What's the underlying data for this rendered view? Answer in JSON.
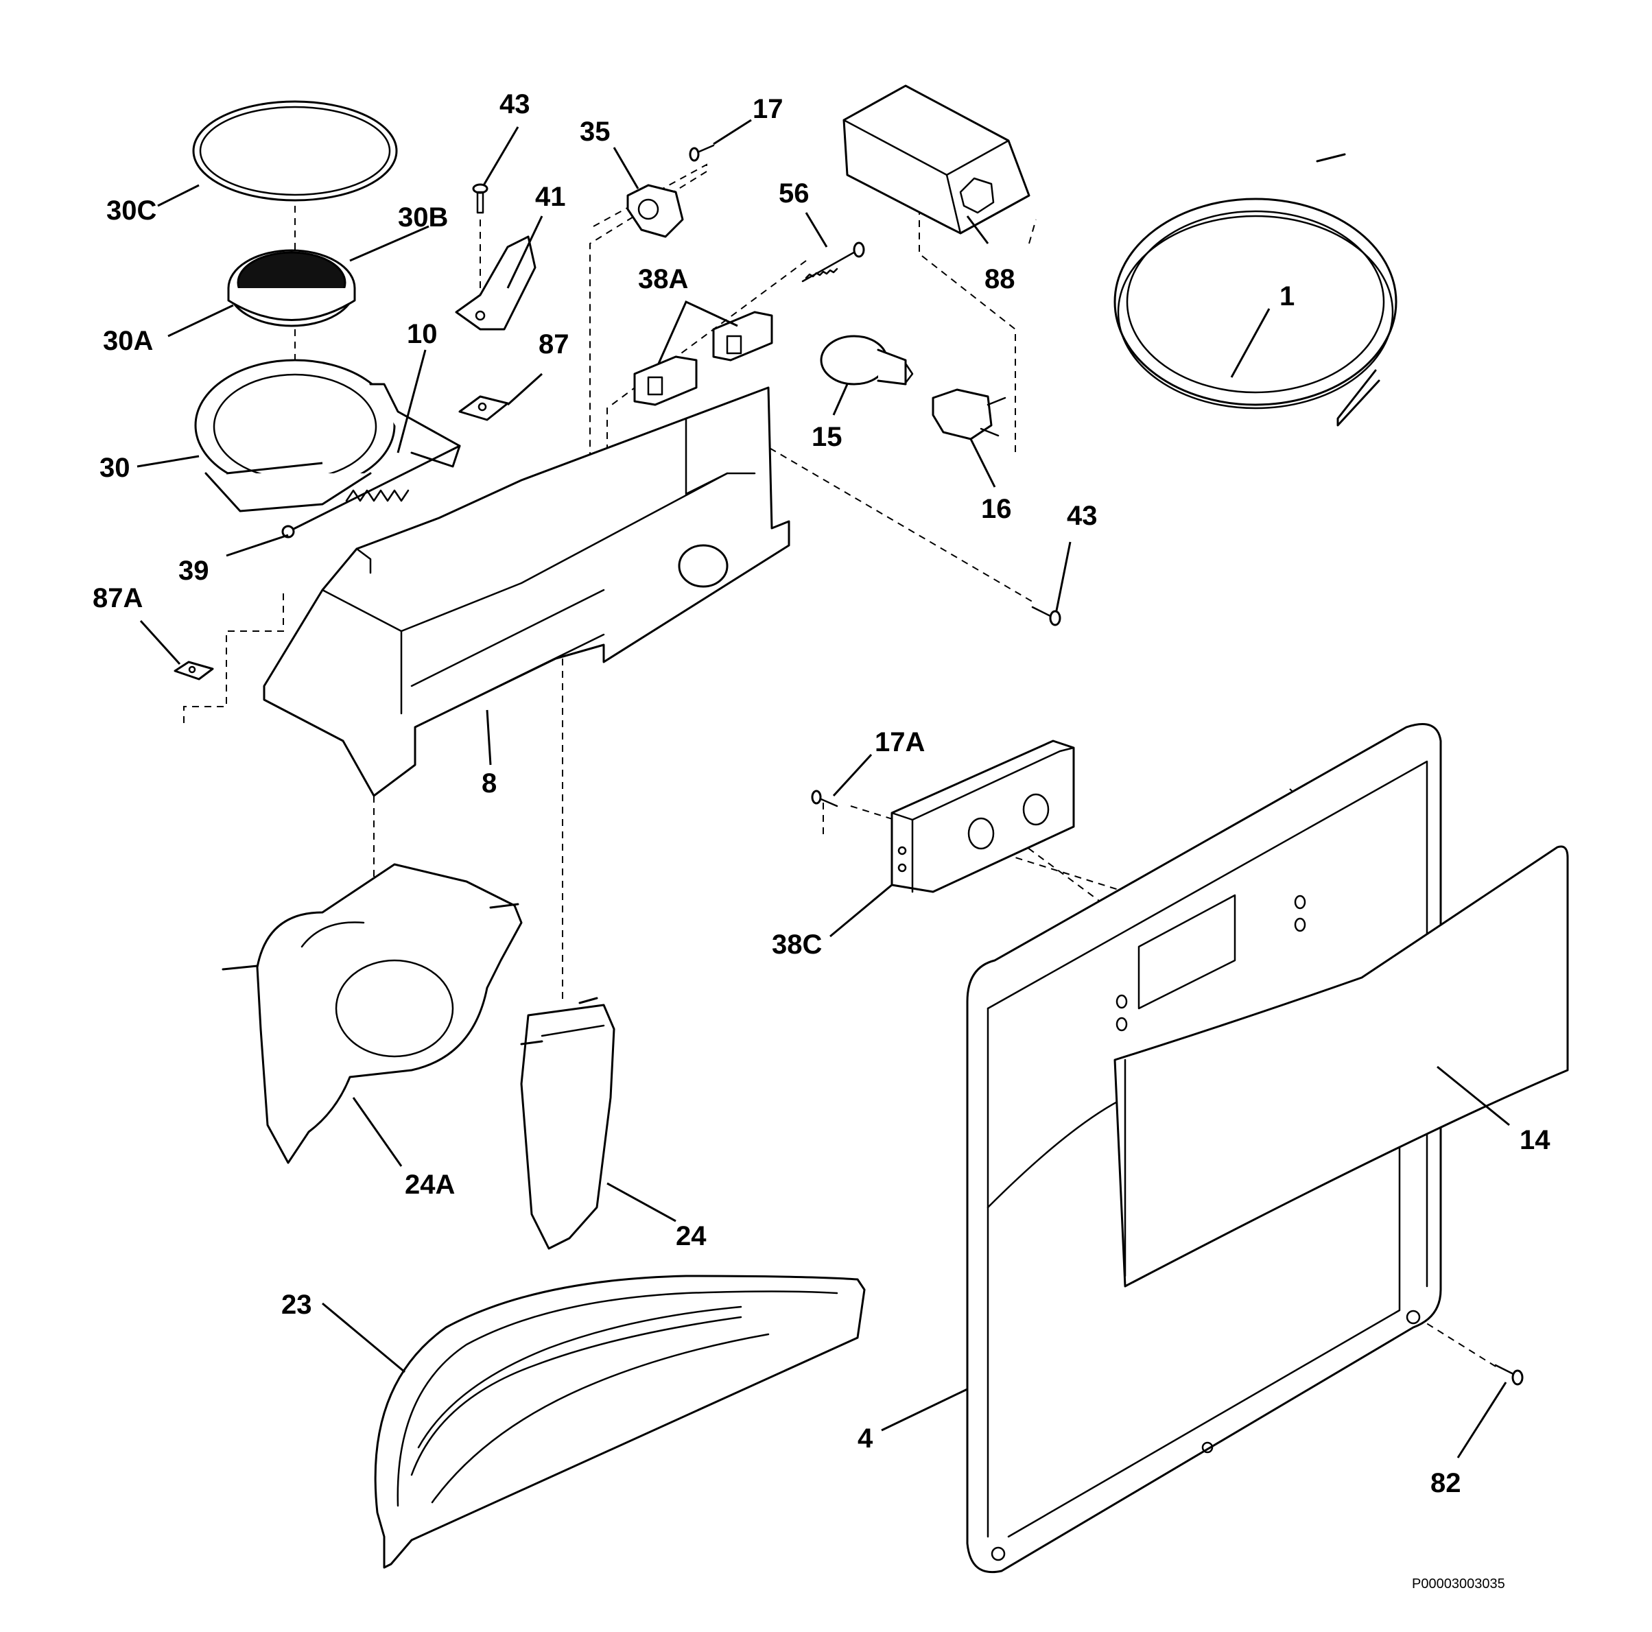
{
  "callouts": {
    "c1": "1",
    "c4": "4",
    "c8": "8",
    "c10": "10",
    "c14": "14",
    "c15": "15",
    "c16": "16",
    "c17": "17",
    "c17a": "17A",
    "c23": "23",
    "c24": "24",
    "c24a": "24A",
    "c30": "30",
    "c30a": "30A",
    "c30b": "30B",
    "c30c": "30C",
    "c35": "35",
    "c38a": "38A",
    "c38c": "38C",
    "c39": "39",
    "c41": "41",
    "c43_top": "43",
    "c43_right": "43",
    "c56": "56",
    "c82": "82",
    "c87": "87",
    "c87a": "87A",
    "c88": "88"
  },
  "drawing_number": "P00003003035"
}
